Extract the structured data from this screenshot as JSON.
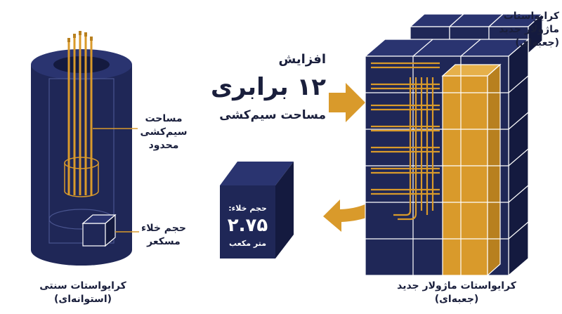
{
  "colors": {
    "navy": "#1f2757",
    "navy_dark": "#141a3f",
    "navy_light": "#2a3470",
    "gold": "#d99a2b",
    "gold_dark": "#b8801f",
    "text": "#1a1f3c"
  },
  "traditional": {
    "wiring_label_1": "مساحت",
    "wiring_label_2": "سیم‌کشی",
    "wiring_label_3": "محدود",
    "void_label_1": "حجم خلاء",
    "void_label_2": "مسکعر",
    "caption_1": "کرایواستات سنتی",
    "caption_2": "(استوانه‌ای)"
  },
  "increase": {
    "line_1": "افزایش",
    "number": "۱۲",
    "suffix": "برابری",
    "line_3": "مساحت سیم‌کشی"
  },
  "void_cube": {
    "label": "حجم خلاء:",
    "value": "۲.۷۵",
    "unit": "متر مکعب"
  },
  "modular": {
    "top_label_1": "کرایواستات",
    "top_label_2": "ماژولار جدید",
    "top_label_3": "(جعبه‌ای)",
    "caption_1": "کرایواستات ماژولار جدید",
    "caption_2": "(جعبه‌ای)"
  },
  "icons": [
    "arrow-right-icon",
    "curved-arrow-icon"
  ]
}
